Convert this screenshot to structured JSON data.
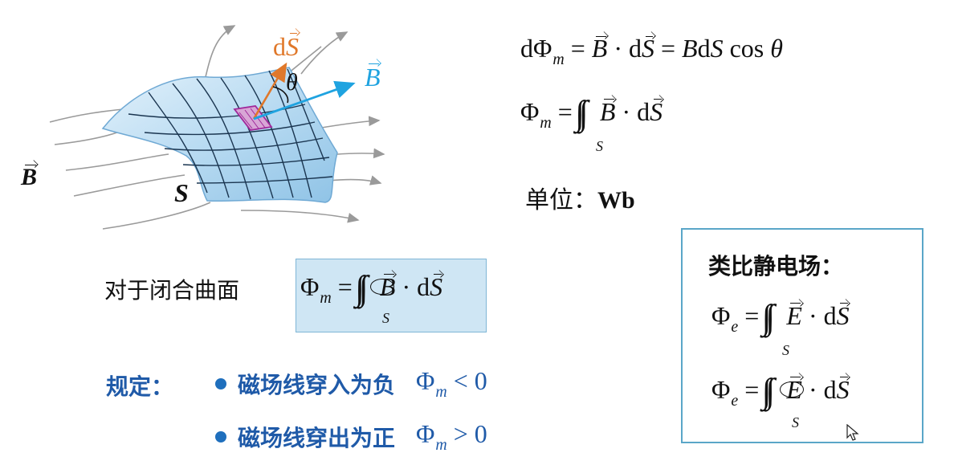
{
  "diagram": {
    "label_dS": "dS",
    "label_theta": "θ",
    "label_B_arrow": "B",
    "label_B_left": "B",
    "label_S": "S",
    "colors": {
      "surface": "#b9dbf2",
      "dS_arrow": "#e0782a",
      "B_arrow": "#1fa3e0",
      "patch": "#a0289a",
      "field_lines": "#9a9a9a"
    }
  },
  "formulas": {
    "flux_element": {
      "lhs": "dΦ",
      "sub": "m",
      "eq1": "=",
      "B": "B",
      "dot": "·",
      "dS": "dS",
      "eq2": "=",
      "rhs": "BdS cos θ"
    },
    "flux_total": {
      "lhs": "Φ",
      "sub": "m",
      "eq": "=",
      "B": "B",
      "dot": "·",
      "dS": "dS",
      "lim": "S"
    },
    "unit": {
      "label": "单位：",
      "value": "Wb"
    }
  },
  "closed_surface": {
    "label": "对于闭合曲面",
    "formula": {
      "lhs": "Φ",
      "sub": "m",
      "eq": "=",
      "B": "B",
      "dot": "·",
      "dS": "dS",
      "lim": "S"
    }
  },
  "rules": {
    "title": "规定：",
    "items": [
      {
        "text": "磁场线穿入为负",
        "phi": "Φ",
        "sub": "m",
        "rel": "< 0"
      },
      {
        "text": "磁场线穿出为正",
        "phi": "Φ",
        "sub": "m",
        "rel": "> 0"
      }
    ]
  },
  "analogy": {
    "title": "类比静电场：",
    "formula1": {
      "lhs": "Φ",
      "sub": "e",
      "eq": "=",
      "E": "E",
      "dot": "·",
      "dS": "dS",
      "lim": "S"
    },
    "formula2": {
      "lhs": "Φ",
      "sub": "e",
      "eq": "=",
      "E": "E",
      "dot": "·",
      "dS": "dS",
      "lim": "S"
    }
  }
}
